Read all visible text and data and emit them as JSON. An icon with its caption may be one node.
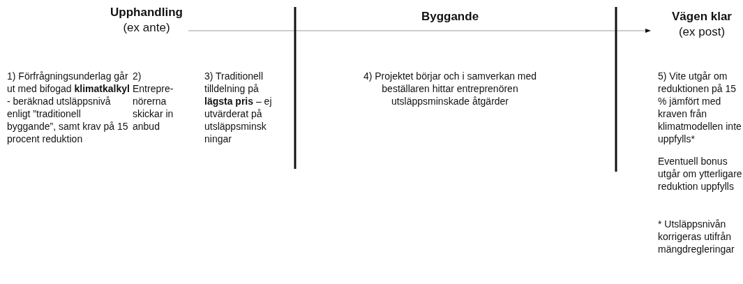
{
  "diagram": {
    "labels": [
      "Upphandling",
      "(ex ante)",
      "Byggande",
      "Vägen klar",
      "(ex post)",
      "1) Förfrågningsunderlag går ut med bifogad **klimatkalkyl** - beräknad utsläppsnivå enligt ”traditionell byggande”, samt krav på 15 procent reduktion",
      "2) Entrepre- nörerna skickar in anbud",
      "3) Traditionell tilldelning på **lägsta pris** – ej utvärderat på utsläppsminsk ningar",
      "4) Projektet börjar och i samverkan med beställaren hittar entreprenören utsläppsminskade åtgärder",
      "5) Vite utgår om reduktionen på 15 % jämfört med kraven från klimatmodellen inte uppfylls*",
      "Eventuell bonus utgår om ytterligare reduktion uppfylls",
      "* Utsläppsnivån korrigeras utifrån mängdregleringar"
    ]
  }
}
